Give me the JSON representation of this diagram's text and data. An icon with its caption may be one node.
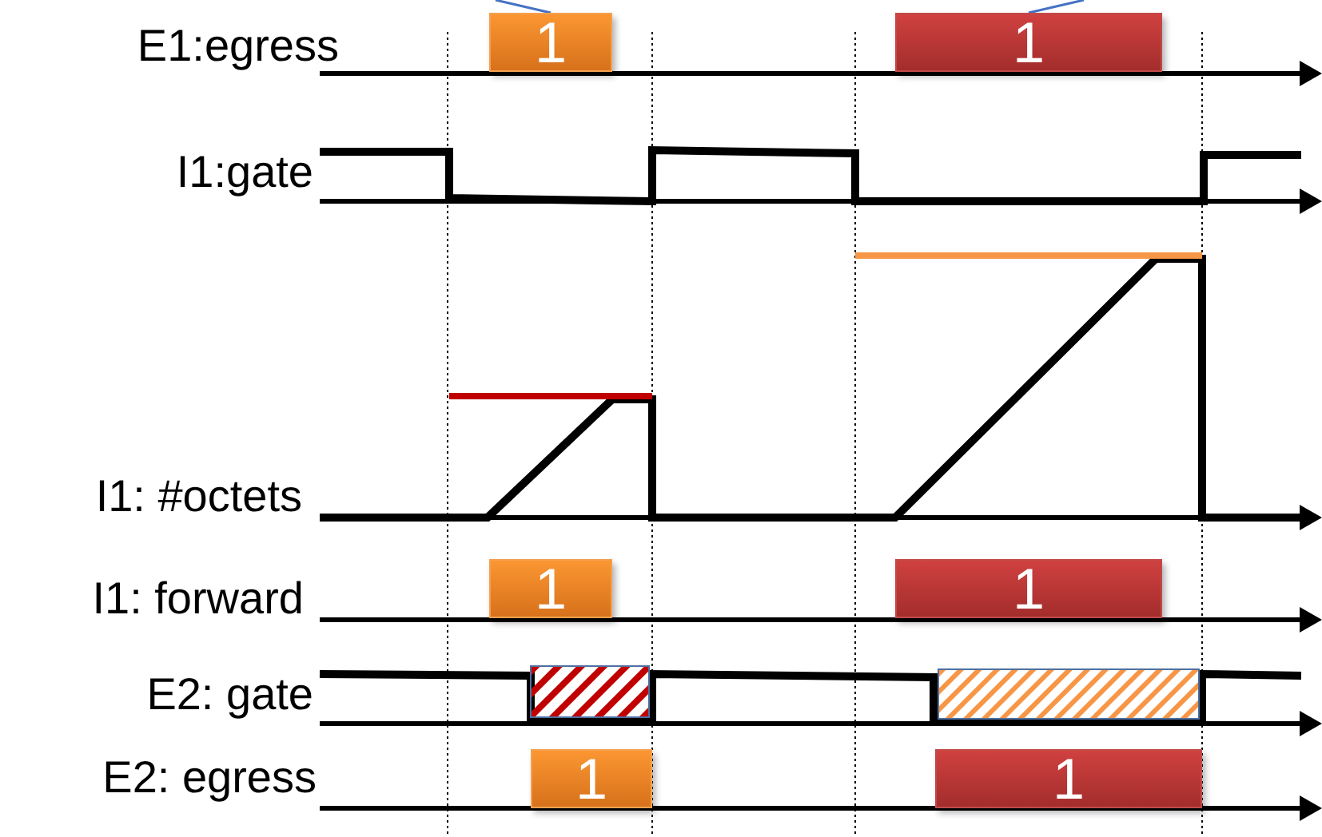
{
  "diagram": {
    "nodes": [
      {
        "text": [
          "1"
        ]
      },
      {
        "text": [
          "1"
        ]
      },
      {
        "text": [
          "1"
        ]
      },
      {
        "text": [
          "1"
        ]
      },
      {
        "text": [
          "1"
        ]
      },
      {
        "text": [
          "1"
        ]
      },
      {
        "text": [],
        "shape": "box"
      },
      {
        "text": [],
        "shape": "box"
      }
    ],
    "edges": [
      {
        "from": null,
        "to": 0,
        "arrow": "none"
      },
      {
        "from": null,
        "to": 1,
        "arrow": "none"
      }
    ],
    "labels": [
      "E1:egress",
      "I1:gate",
      "I1: #octets",
      "I1: forward",
      "E2: gate",
      "E2: egress"
    ]
  }
}
